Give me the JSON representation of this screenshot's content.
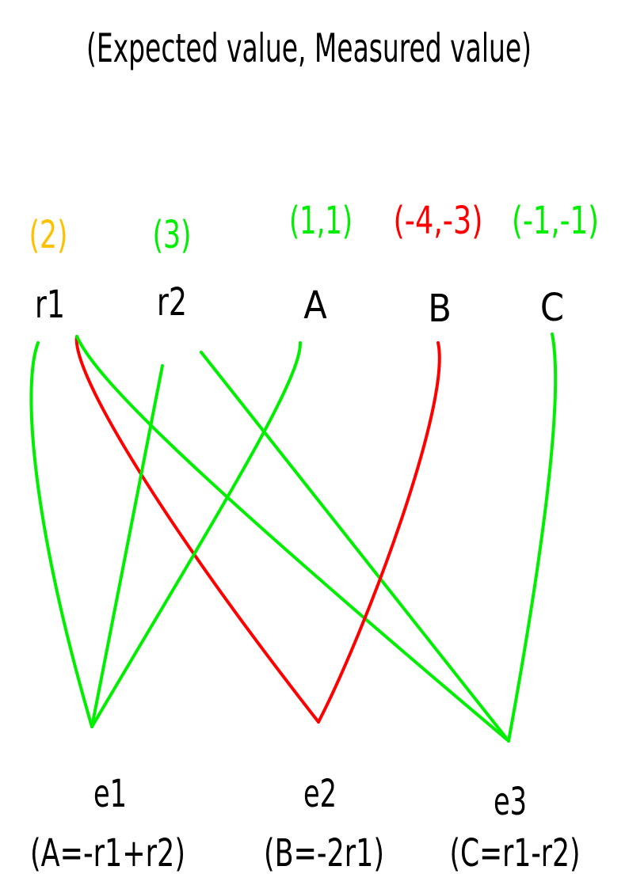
{
  "title": "(Expected value, Measured value)",
  "colors": {
    "ok": "#00ee00",
    "error": "#ff0000",
    "unmeasured": "#ffc000",
    "text": "#000000"
  },
  "variables": [
    {
      "id": "r1",
      "label": "r1",
      "value": "(2)",
      "status": "unmeasured"
    },
    {
      "id": "r2",
      "label": "r2",
      "value": "(3)",
      "status": "ok"
    },
    {
      "id": "A",
      "label": "A",
      "value": "(1,1)",
      "status": "ok"
    },
    {
      "id": "B",
      "label": "B",
      "value": "(-4,-3)",
      "status": "error"
    },
    {
      "id": "C",
      "label": "C",
      "value": "(-1,-1)",
      "status": "ok"
    }
  ],
  "equations": [
    {
      "id": "e1",
      "name": "e1",
      "formula": "(A=-r1+r2)"
    },
    {
      "id": "e2",
      "name": "e2",
      "formula": "(B=-2r1)"
    },
    {
      "id": "e3",
      "name": "e3",
      "formula": "(C=r1-r2)"
    }
  ],
  "edges": [
    {
      "from": "r1",
      "to": "e1",
      "status": "ok"
    },
    {
      "from": "r1",
      "to": "e2",
      "status": "error"
    },
    {
      "from": "r1",
      "to": "e3",
      "status": "ok"
    },
    {
      "from": "r2",
      "to": "e1",
      "status": "ok"
    },
    {
      "from": "r2",
      "to": "e3",
      "status": "ok"
    },
    {
      "from": "A",
      "to": "e1",
      "status": "ok"
    },
    {
      "from": "B",
      "to": "e2",
      "status": "error"
    },
    {
      "from": "C",
      "to": "e3",
      "status": "ok"
    }
  ]
}
